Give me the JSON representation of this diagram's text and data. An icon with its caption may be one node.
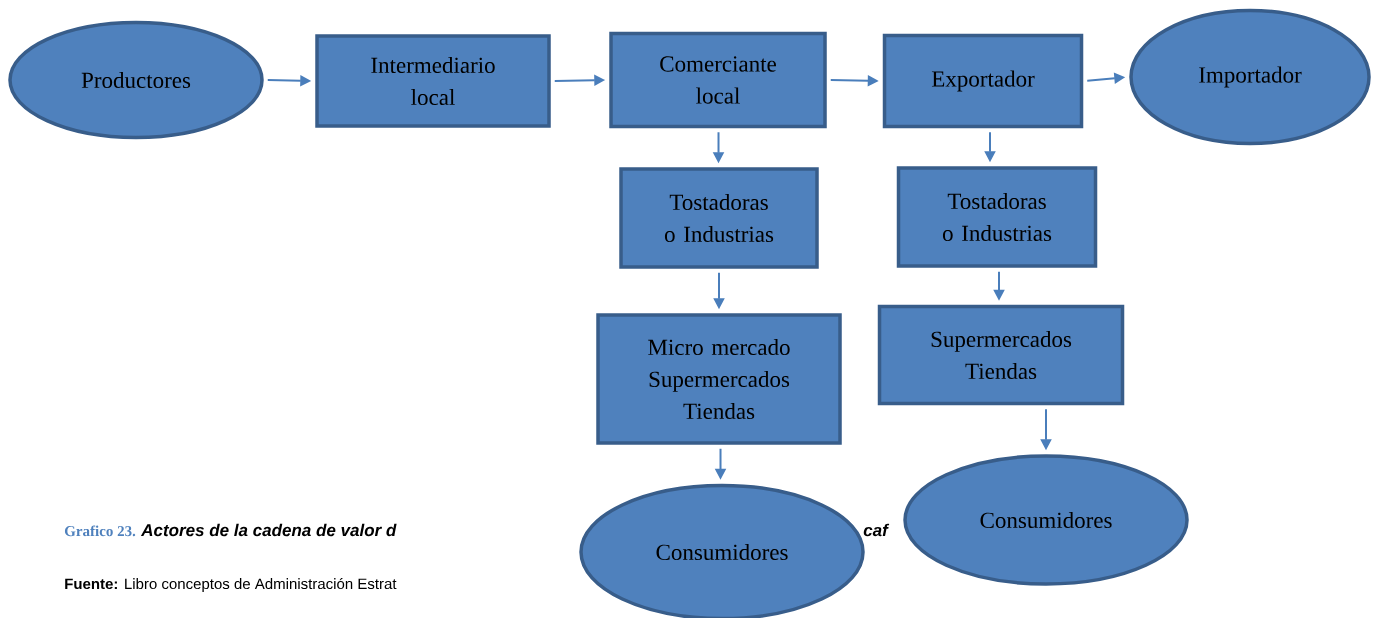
{
  "diagram": {
    "nodes": [
      {
        "text": [
          "Productores"
        ]
      },
      {
        "text": [
          "Intermediario local"
        ]
      },
      {
        "text": [
          "Comerciante local"
        ]
      },
      {
        "text": [
          "Exportador"
        ]
      },
      {
        "text": [
          "Importador"
        ]
      },
      {
        "text": [
          "Tostadoras o Industrias"
        ]
      },
      {
        "text": [
          "Tostadoras o Industrias"
        ]
      },
      {
        "text": [
          "Micro mercado Supermercados Tiendas"
        ]
      },
      {
        "text": [
          "Supermercados Tiendas"
        ]
      },
      {
        "text": [
          "Consumidores"
        ]
      },
      {
        "text": [
          "Consumidores"
        ]
      }
    ],
    "edges": [
      {
        "from": 0,
        "to": 1,
        "arrow": "to"
      },
      {
        "from": 1,
        "to": 2,
        "arrow": "to"
      },
      {
        "from": 2,
        "to": 3,
        "arrow": "to"
      },
      {
        "from": 3,
        "to": 4,
        "arrow": "to"
      },
      {
        "from": 2,
        "to": 5,
        "arrow": "to"
      },
      {
        "from": 3,
        "to": 6,
        "arrow": "to"
      },
      {
        "from": 5,
        "to": 7,
        "arrow": "to"
      },
      {
        "from": 6,
        "to": 8,
        "arrow": "to"
      },
      {
        "from": 7,
        "to": 9,
        "arrow": "to"
      },
      {
        "from": 8,
        "to": 10,
        "arrow": "to"
      }
    ],
    "labels": [
      "Grafico 23.",
      "Actores de la cadena de valor d",
      "caf",
      "**Fuente:** Libro conceptos de Administración Estrat"
    ]
  }
}
